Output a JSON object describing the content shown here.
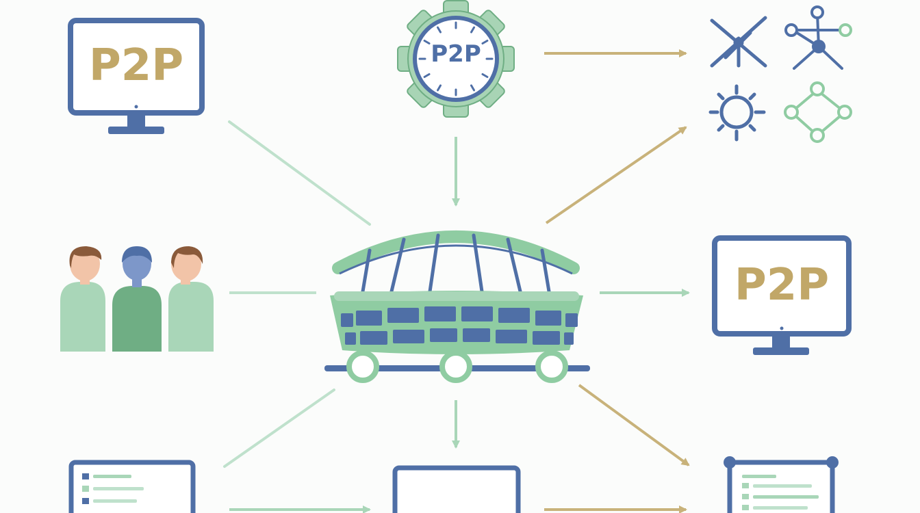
{
  "diagram": {
    "monitor_top_left": {
      "label": "P2P"
    },
    "gear_clock": {
      "label": "P2P"
    },
    "monitor_right": {
      "label": "P2P"
    }
  },
  "colors": {
    "blue": "#4f6fa6",
    "green_dark": "#6fae84",
    "green": "#8fcca2",
    "green_light": "#bfe1cc",
    "tan": "#c8b27a",
    "p2p_text": "#c1a768",
    "background": "#fbfcfb"
  },
  "icons": [
    "desktop-monitor-icon",
    "gear-clock-icon",
    "people-group-icon",
    "stadium-bus-hub-icon",
    "network-node-icons",
    "webpage-window-icon",
    "laptop-screen-icon",
    "document-frame-icon"
  ]
}
